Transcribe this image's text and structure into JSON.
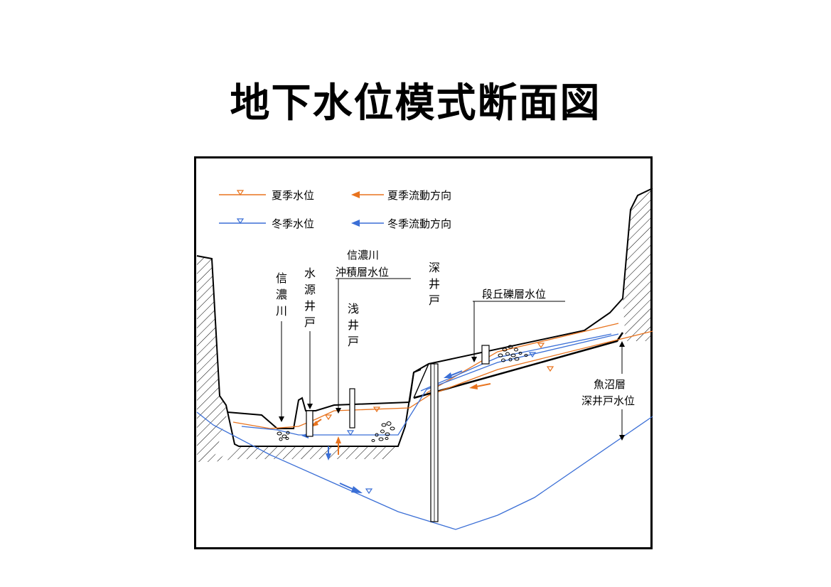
{
  "title": "地下水位模式断面図",
  "legend": {
    "summer_level": "夏季水位",
    "summer_flow": "夏季流動方向",
    "winter_level": "冬季水位",
    "winter_flow": "冬季流動方向"
  },
  "labels": {
    "shinano_river": [
      "信",
      "濃",
      "川"
    ],
    "source_well": [
      "水",
      "源",
      "井",
      "戸"
    ],
    "alluvial_level_line1": "信濃川",
    "alluvial_level_line2": "沖積層水位",
    "shallow_well": [
      "浅",
      "井",
      "戸"
    ],
    "deep_well": [
      "深",
      "井",
      "戸"
    ],
    "terrace_level": "段丘礫層水位",
    "uonuma_line1": "魚沼層",
    "uonuma_line2": "深井戸水位"
  },
  "colors": {
    "summer": "#e8731e",
    "winter": "#3b6fd6",
    "ground": "#000000"
  }
}
